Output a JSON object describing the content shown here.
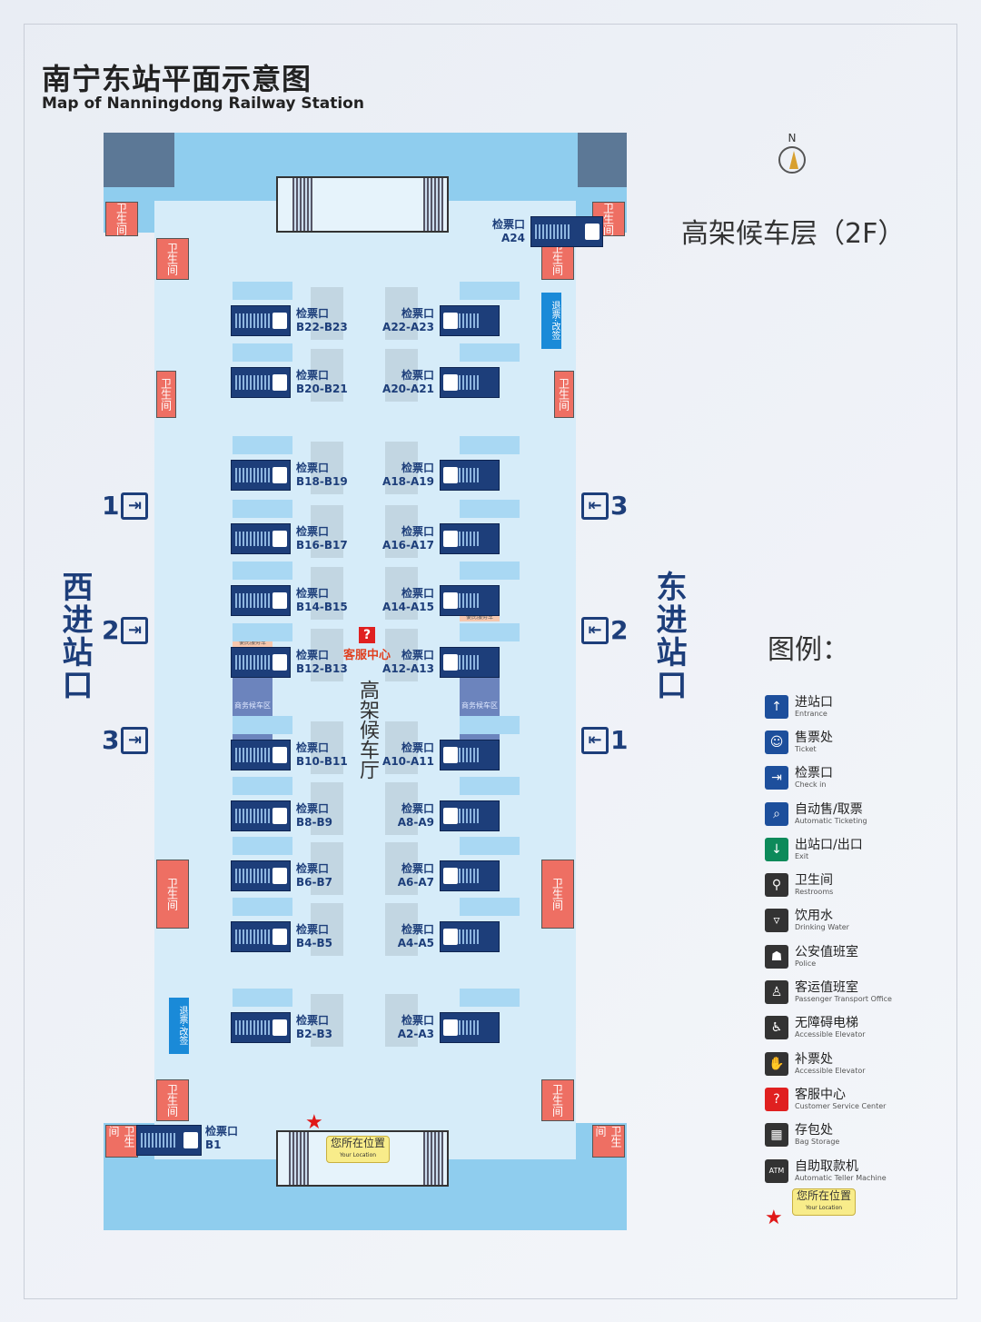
{
  "title_cn": "南宁东站平面示意图",
  "title_en": "Map of Nanningdong Railway Station",
  "floor_label": "高架候车层（2F）",
  "compass": "N",
  "hall_name": "高架候车厅",
  "customer_service": "客服中心",
  "restroom": "卫生间",
  "west_entrance": "西进站口",
  "east_entrance": "东进站口",
  "west_gates": [
    "1",
    "2",
    "3"
  ],
  "east_gates": [
    "3",
    "2",
    "1"
  ],
  "business_waiting": "商务候车区",
  "convenience_car": "便民服务车",
  "refund": "退票·改签",
  "checkin_label": "检票口",
  "gates_b": [
    "B22-B23",
    "B20-B21",
    "B18-B19",
    "B16-B17",
    "B14-B15",
    "B12-B13",
    "B10-B11",
    "B8-B9",
    "B6-B7",
    "B4-B5",
    "B2-B3"
  ],
  "gates_a": [
    "A22-A23",
    "A20-A21",
    "A18-A19",
    "A16-A17",
    "A14-A15",
    "A12-A13",
    "A10-A11",
    "A8-A9",
    "A6-A7",
    "A4-A5",
    "A2-A3"
  ],
  "gate_a24": "A24",
  "gate_b1": "B1",
  "your_location": {
    "cn": "您所在位置",
    "en": "Your Location"
  },
  "legend": {
    "title": "图例：",
    "items": [
      {
        "cn": "进站口",
        "en": "Entrance",
        "icon": "entrance-icon",
        "color": "#1d4f9c",
        "glyph": "↑"
      },
      {
        "cn": "售票处",
        "en": "Ticket",
        "icon": "ticket-icon",
        "color": "#1d4f9c",
        "glyph": "☺"
      },
      {
        "cn": "检票口",
        "en": "Check in",
        "icon": "check-in-icon",
        "color": "#1d4f9c",
        "glyph": "⇥"
      },
      {
        "cn": "自动售/取票",
        "en": "Automatic Ticketing",
        "icon": "auto-ticket-icon",
        "color": "#1d4f9c",
        "glyph": "⌕"
      },
      {
        "cn": "出站口/出口",
        "en": "Exit",
        "icon": "exit-icon",
        "color": "#0d8a5a",
        "glyph": "↓"
      },
      {
        "cn": "卫生间",
        "en": "Restrooms",
        "icon": "restroom-icon",
        "color": "#333333",
        "glyph": "⚲"
      },
      {
        "cn": "饮用水",
        "en": "Drinking Water",
        "icon": "water-icon",
        "color": "#333333",
        "glyph": "▿"
      },
      {
        "cn": "公安值班室",
        "en": "Police",
        "icon": "police-icon",
        "color": "#333333",
        "glyph": "☗"
      },
      {
        "cn": "客运值班室",
        "en": "Passenger Transport Office",
        "icon": "office-icon",
        "color": "#333333",
        "glyph": "♙"
      },
      {
        "cn": "无障碍电梯",
        "en": "Accessible Elevator",
        "icon": "elevator-icon",
        "color": "#333333",
        "glyph": "♿"
      },
      {
        "cn": "补票处",
        "en": "Accessible Elevator",
        "icon": "fare-adjust-icon",
        "color": "#333333",
        "glyph": "✋"
      },
      {
        "cn": "客服中心",
        "en": "Customer Service Center",
        "icon": "help-icon",
        "color": "#e02020",
        "glyph": "?"
      },
      {
        "cn": "存包处",
        "en": "Bag Storage",
        "icon": "bag-icon",
        "color": "#333333",
        "glyph": "▦"
      },
      {
        "cn": "自助取款机",
        "en": "Automatic Teller Machine",
        "icon": "atm-icon",
        "color": "#333333",
        "glyph": "ATM"
      }
    ]
  }
}
